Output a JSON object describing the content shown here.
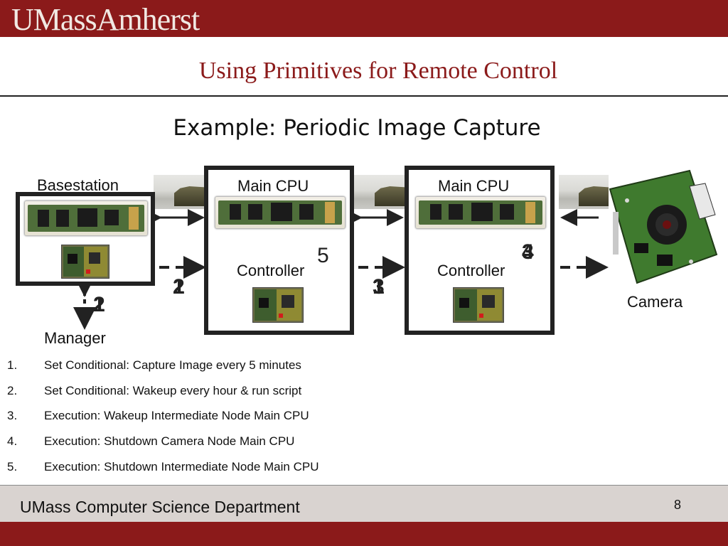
{
  "header": {
    "logo_text": "UMassAmherst",
    "title": "Using Primitives for Remote Control",
    "brand_color": "#8b1a1a"
  },
  "subtitle": "Example:  Periodic Image Capture",
  "diagram": {
    "basestation_label": "Basestation",
    "main_cpu_label": "Main CPU",
    "controller_label": "Controller",
    "camera_label": "Camera",
    "manager_label": "Manager",
    "step_numbers": {
      "manager_link": [
        "1",
        "2"
      ],
      "base_to_intermediate": [
        "1",
        "2"
      ],
      "intermediate_cpu": "5",
      "intermediate_to_camera_node": [
        "1",
        "3"
      ],
      "camera_node_cpu": [
        "3",
        "4"
      ]
    }
  },
  "steps": [
    {
      "num": "1.",
      "text": "Set Conditional:  Capture Image every 5 minutes"
    },
    {
      "num": "2.",
      "text": "Set Conditional:  Wakeup every hour & run script"
    },
    {
      "num": "3.",
      "text": "Execution:  Wakeup Intermediate Node Main CPU"
    },
    {
      "num": "4.",
      "text": "Execution:  Shutdown Camera Node Main CPU"
    },
    {
      "num": "5.",
      "text": "Execution:  Shutdown Intermediate Node Main CPU"
    }
  ],
  "footer": {
    "department": "UMass Computer Science Department",
    "page_number": "8"
  }
}
